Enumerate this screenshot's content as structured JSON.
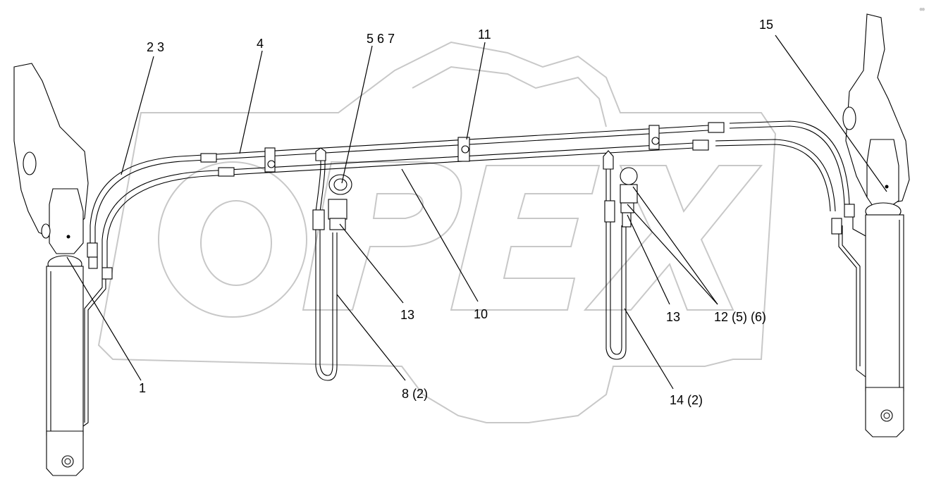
{
  "diagram": {
    "watermark": {
      "brand_text": "OPEX",
      "brand_color": "#c8c8c8"
    },
    "callouts": [
      {
        "id": "c1",
        "text": "1"
      },
      {
        "id": "c23",
        "text": "2 3"
      },
      {
        "id": "c4",
        "text": "4"
      },
      {
        "id": "c567",
        "text": "5 6 7"
      },
      {
        "id": "c11",
        "text": "11"
      },
      {
        "id": "c15",
        "text": "15"
      },
      {
        "id": "c13a",
        "text": "13"
      },
      {
        "id": "c10",
        "text": "10"
      },
      {
        "id": "c13b",
        "text": "13"
      },
      {
        "id": "c12",
        "text": "12 (5) (6)"
      },
      {
        "id": "c8",
        "text": "8 (2)"
      },
      {
        "id": "c14",
        "text": "14 (2)"
      }
    ],
    "colors": {
      "line": "#000000",
      "background": "#ffffff"
    }
  }
}
